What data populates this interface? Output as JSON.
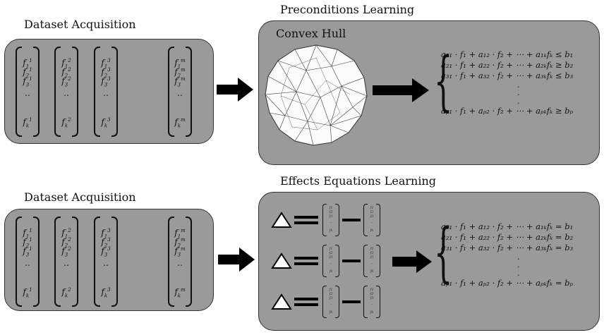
{
  "top": {
    "dataset_title": "Dataset Acquisition",
    "learning_title": "Preconditions Learning",
    "method_label": "Convex Hull",
    "vectors": [
      {
        "e1": "f",
        "s1": "1",
        "p1": "1",
        "e2": "f",
        "s2": "2",
        "p2": "1",
        "e3": "f",
        "s3": "3",
        "p3": "1",
        "dots": "..",
        "ek": "f",
        "sk": "k",
        "pk": "1"
      },
      {
        "e1": "f",
        "s1": "1",
        "p1": "2",
        "e2": "f",
        "s2": "2",
        "p2": "2",
        "e3": "f",
        "s3": "3",
        "p3": "2",
        "dots": "..",
        "ek": "f",
        "sk": "k",
        "pk": "2"
      },
      {
        "e1": "f",
        "s1": "1",
        "p1": "3",
        "e2": "f",
        "s2": "2",
        "p2": "3",
        "e3": "f",
        "s3": "3",
        "p3": "3",
        "dots": "..",
        "ek": "f",
        "sk": "k",
        "pk": "3"
      },
      {
        "e1": "f",
        "s1": "1",
        "p1": "m",
        "e2": "f",
        "s2": "2",
        "p2": "m",
        "e3": "f",
        "s3": "3",
        "p3": "m",
        "dots": "..",
        "ek": "f",
        "sk": "k",
        "pk": "m"
      }
    ],
    "equations": [
      "a₁₁ · f₁ + a₁₂ · f₂ + ⋯ + a₁ₖfₖ ≤ b₁",
      "a₂₁ · f₁ + a₂₂ · f₂ + ⋯ + a₂ₖfₖ ≥ b₂",
      "a₃₁ · f₁ + a₃₂ · f₂ + ⋯ + a₃ₖfₖ ≤ b₃",
      "aₚ₁ · f₁ + aₚ₂ · f₂ + ⋯ + aₚₖfₖ ≥ bₚ"
    ],
    "dot": "·"
  },
  "bottom": {
    "dataset_title": "Dataset Acquisition",
    "learning_title": "Effects Equations Learning",
    "vectors": [
      {
        "e1": "f",
        "s1": "1",
        "p1": "1",
        "e2": "f",
        "s2": "2",
        "p2": "1",
        "e3": "f",
        "s3": "3",
        "p3": "1",
        "dots": "..",
        "ek": "f",
        "sk": "k",
        "pk": "1"
      },
      {
        "e1": "f",
        "s1": "1",
        "p1": "2",
        "e2": "f",
        "s2": "2",
        "p2": "2",
        "e3": "f",
        "s3": "3",
        "p3": "2",
        "dots": "..",
        "ek": "f",
        "sk": "k",
        "pk": "2"
      },
      {
        "e1": "f",
        "s1": "1",
        "p1": "3",
        "e2": "f",
        "s2": "2",
        "p2": "3",
        "e3": "f",
        "s3": "3",
        "p3": "3",
        "dots": "..",
        "ek": "f",
        "sk": "k",
        "pk": "3"
      },
      {
        "e1": "f",
        "s1": "1",
        "p1": "m",
        "e2": "f",
        "s2": "2",
        "p2": "m",
        "e3": "f",
        "s3": "3",
        "p3": "m",
        "dots": "..",
        "ek": "f",
        "sk": "k",
        "pk": "m"
      }
    ],
    "equations": [
      "a₁₁ · f₁ + a₁₂ · f₂ + ⋯ + a₁ₖfₖ = b₁",
      "a₂₁ · f₁ + a₂₂ · f₂ + ⋯ + a₂ₖfₖ = b₂",
      "a₃₁ · f₁ + a₃₂ · f₂ + ⋯ + a₃ₖfₖ = b₃",
      "aₚ₁ · f₁ + aₚ₂ · f₂ + ⋯ + aₚₖfₖ = bₚ"
    ],
    "dot": "·",
    "mini_vector": {
      "e1": "f",
      "s1": "1",
      "e2": "f",
      "s2": "2",
      "e3": "f",
      "s3": "3",
      "dots": "..",
      "ek": "f",
      "sk": "k"
    }
  },
  "colors": {
    "panel": "#9a9a9a",
    "border": "#333333",
    "arrow": "#000000"
  },
  "icons": [
    "right-arrow-icon",
    "delta-triangle-icon",
    "equals-icon",
    "minus-icon",
    "convex-hull-polytope-icon"
  ]
}
